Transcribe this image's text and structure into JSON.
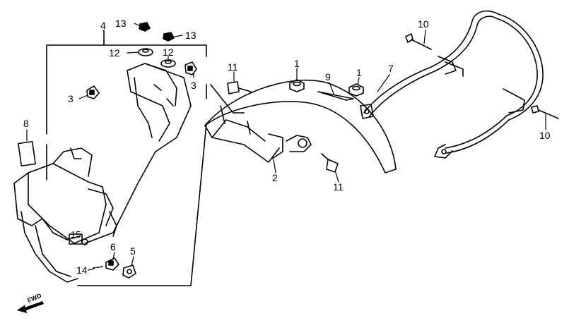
{
  "diagram": {
    "callouts": [
      {
        "id": "c13a",
        "text": "13"
      },
      {
        "id": "c13b",
        "text": "13"
      },
      {
        "id": "c4",
        "text": "4"
      },
      {
        "id": "c12a",
        "text": "12"
      },
      {
        "id": "c12b",
        "text": "12"
      },
      {
        "id": "c3a",
        "text": "3"
      },
      {
        "id": "c3b",
        "text": "3"
      },
      {
        "id": "c8",
        "text": "8"
      },
      {
        "id": "c6",
        "text": "6"
      },
      {
        "id": "c5",
        "text": "5"
      },
      {
        "id": "c14",
        "text": "14"
      },
      {
        "id": "c15",
        "text": "15"
      },
      {
        "id": "c11a",
        "text": "11"
      },
      {
        "id": "c11b",
        "text": "11"
      },
      {
        "id": "c1a",
        "text": "1"
      },
      {
        "id": "c1b",
        "text": "1"
      },
      {
        "id": "c9",
        "text": "9"
      },
      {
        "id": "c7",
        "text": "7"
      },
      {
        "id": "c10a",
        "text": "10"
      },
      {
        "id": "c10b",
        "text": "10"
      },
      {
        "id": "c2",
        "text": "2"
      }
    ],
    "direction_label": "FWD"
  }
}
